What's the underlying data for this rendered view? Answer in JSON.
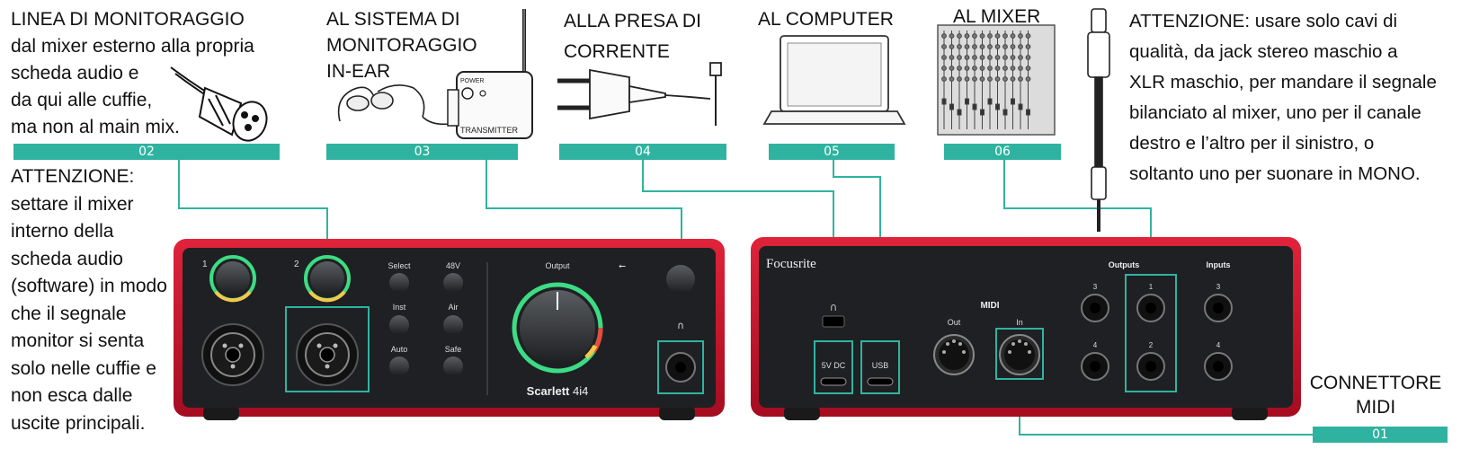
{
  "callouts": {
    "c02": {
      "badge": "02",
      "title": "LINEA DI MONITORAGGIO",
      "lines": [
        "dal mixer esterno alla propria",
        "scheda audio e",
        "da qui alle cuffie,",
        "ma non al main mix."
      ]
    },
    "c03": {
      "badge": "03",
      "lines": [
        "AL SISTEMA DI",
        "MONITORAGGIO",
        "IN-EAR"
      ]
    },
    "c04": {
      "badge": "04",
      "lines": [
        "ALLA PRESA DI",
        "CORRENTE"
      ]
    },
    "c05": {
      "badge": "05",
      "lines": [
        "AL COMPUTER"
      ]
    },
    "c06": {
      "badge": "06",
      "lines": [
        "AL MIXER"
      ]
    },
    "c01": {
      "badge": "01",
      "lines": [
        "CONNETTORE",
        "MIDI"
      ]
    }
  },
  "warning_left": {
    "title": "ATTENZIONE:",
    "lines": [
      "settare il mixer",
      "interno della",
      "scheda audio",
      "(software) in modo",
      "che il segnale",
      "monitor si senta",
      "solo nelle cuffie e",
      "non esca dalle",
      "uscite principali."
    ]
  },
  "warning_right": {
    "lines": [
      "ATTENZIONE: usare solo cavi di",
      "qualità, da jack stereo maschio a",
      "XLR maschio, per mandare il segnale",
      "bilanciato al mixer, uno per il canale",
      "destro e l’altro per il sinistro, o",
      "soltanto uno per suonare in MONO."
    ]
  },
  "transmitter": {
    "power": "POWER",
    "label": "TRANSMITTER"
  },
  "front_panel": {
    "input1": "1",
    "input2": "2",
    "btn_select": "Select",
    "btn_48v": "48V",
    "btn_inst": "Inst",
    "btn_air": "Air",
    "btn_auto": "Auto",
    "btn_safe": "Safe",
    "output": "Output",
    "model": "Scarlett",
    "model_suffix": "4i4"
  },
  "rear_panel": {
    "brand": "Focusrite",
    "midi": "MIDI",
    "midi_out": "Out",
    "midi_in": "In",
    "dc": "5V DC",
    "usb": "USB",
    "outputs": "Outputs",
    "inputs": "Inputs",
    "out3": "3",
    "out4": "4",
    "out1": "1",
    "out2": "2",
    "in3": "3",
    "in4": "4"
  },
  "colors": {
    "accent": "#2fb3a0",
    "chassis": "#c8102e",
    "panel": "#202124"
  }
}
